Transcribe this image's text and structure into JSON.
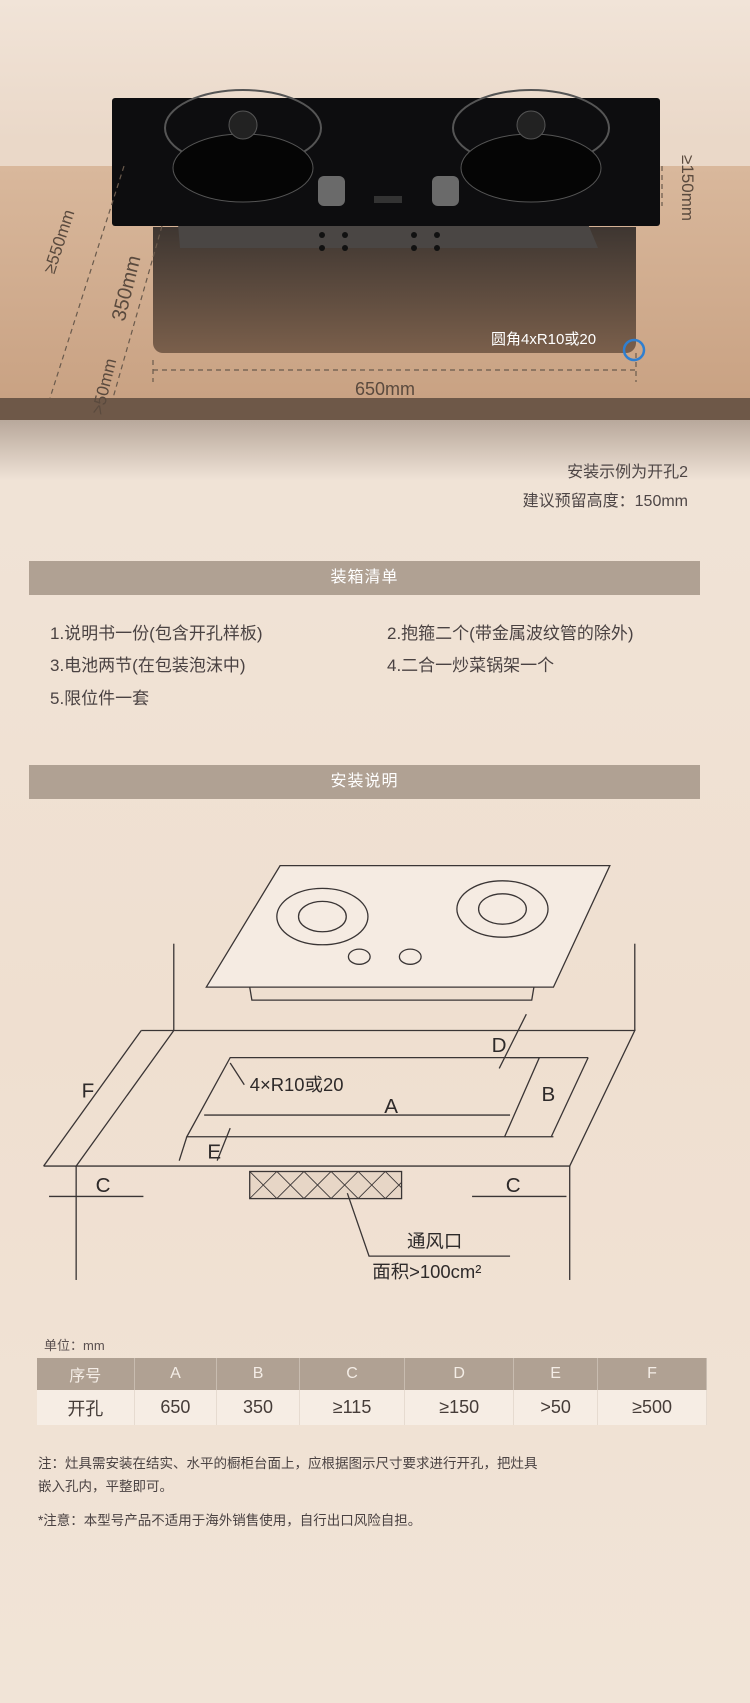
{
  "hero": {
    "dim_550": "≥550mm",
    "dim_350": "350mm",
    "dim_50": ">50mm",
    "dim_650": "650mm",
    "dim_150": "≥150mm",
    "corner_label": "圆角4xR10或20",
    "example_note": "安装示例为开孔2",
    "reserve_height": "建议预留高度：150mm"
  },
  "packing": {
    "title": "装箱清单",
    "items": [
      "1.说明书一份(包含开孔样板)",
      "2.抱箍二个(带金属波纹管的除外)",
      "3.电池两节(在包装泡沫中)",
      "4.二合一炒菜锅架一个",
      "5.限位件一套"
    ]
  },
  "install": {
    "title": "安装说明",
    "labels": {
      "A": "A",
      "B": "B",
      "C": "C",
      "D": "D",
      "E": "E",
      "F": "F",
      "corner": "4×R10或20",
      "vent": "通风口",
      "vent_area": "面积>100cm²"
    }
  },
  "table": {
    "unit": "单位：mm",
    "headers": [
      "序号",
      "A",
      "B",
      "C",
      "D",
      "E",
      "F"
    ],
    "row": [
      "开孔",
      "650",
      "350",
      "≥115",
      "≥150",
      ">50",
      "≥500"
    ]
  },
  "notes": {
    "line1": "注：灶具需安装在结实、水平的橱柜台面上，应根据图示尺寸要求进行开孔，把灶具",
    "line2": "嵌入孔内，平整即可。",
    "line3": "*注意：本型号产品不适用于海外销售使用，自行出口风险自担。"
  }
}
